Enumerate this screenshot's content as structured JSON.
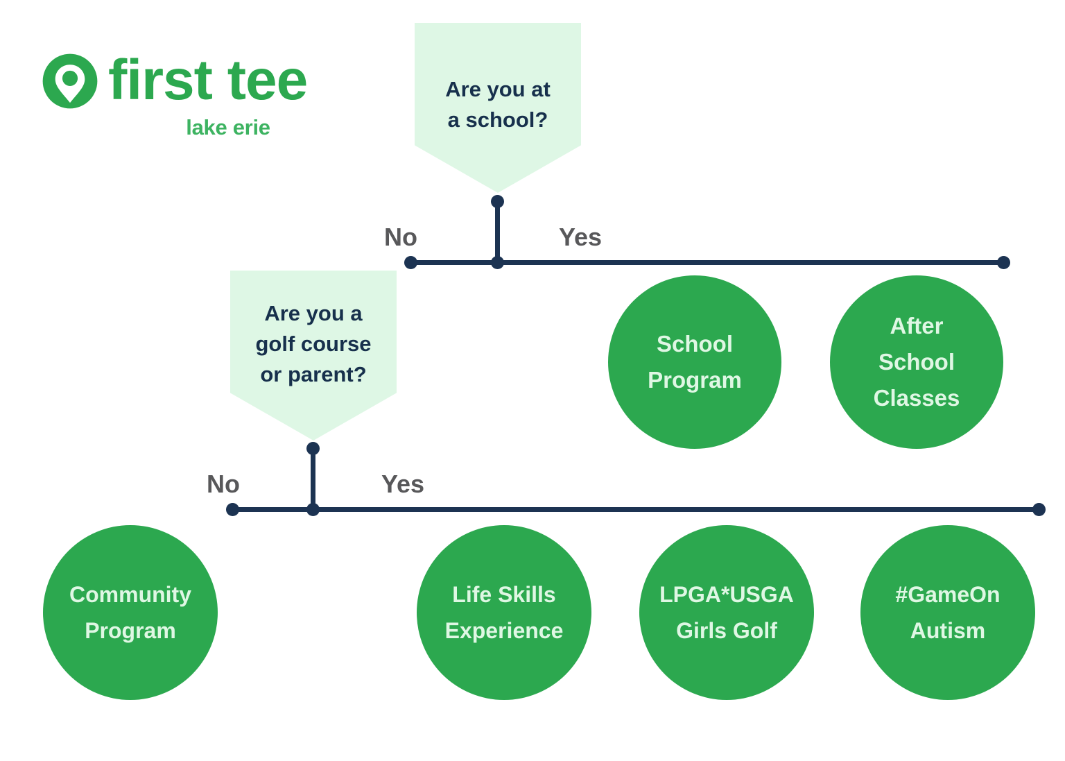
{
  "brand": {
    "logo_icon": "location-pin-circle-icon",
    "wordmark": "first tee",
    "chapter": "lake erie",
    "green": "#2CA84F",
    "mint": "#DEF7E5",
    "navy": "#1C3352",
    "gray": "#58585A"
  },
  "decisions": [
    {
      "id": "are-you-at-a-school",
      "text": "Are you at\na school?",
      "no_label": "No",
      "yes_label": "Yes"
    },
    {
      "id": "are-you-a-golf-course-or-parent",
      "text": "Are you a\ngolf course\nor parent?",
      "no_label": "No",
      "yes_label": "Yes"
    }
  ],
  "outcomes": {
    "school_yes": [
      {
        "id": "school-program",
        "text": "School\nProgram"
      },
      {
        "id": "after-school-classes",
        "text": "After\nSchool\nClasses"
      }
    ],
    "golf_no": [
      {
        "id": "community-program",
        "text": "Community\nProgram"
      }
    ],
    "golf_yes": [
      {
        "id": "life-skills-experience",
        "text": "Life Skills\nExperience"
      },
      {
        "id": "lpga-usga-girls-golf",
        "text": "LPGA*USGA\nGirls Golf"
      },
      {
        "id": "gameon-autism",
        "text": "#GameOn\nAutism"
      }
    ]
  },
  "chart_data": {
    "type": "diagram",
    "title": "First Tee Lake Erie program finder decision tree",
    "nodes": [
      {
        "id": "q1",
        "kind": "decision",
        "label": "Are you at a school?"
      },
      {
        "id": "q2",
        "kind": "decision",
        "label": "Are you a golf course or parent?"
      },
      {
        "id": "school-program",
        "kind": "outcome",
        "label": "School Program"
      },
      {
        "id": "after-school-classes",
        "kind": "outcome",
        "label": "After School Classes"
      },
      {
        "id": "community-program",
        "kind": "outcome",
        "label": "Community Program"
      },
      {
        "id": "life-skills-experience",
        "kind": "outcome",
        "label": "Life Skills Experience"
      },
      {
        "id": "lpga-usga-girls-golf",
        "kind": "outcome",
        "label": "LPGA*USGA Girls Golf"
      },
      {
        "id": "gameon-autism",
        "kind": "outcome",
        "label": "#GameOn Autism"
      }
    ],
    "edges": [
      {
        "from": "q1",
        "to": "school-program",
        "label": "Yes"
      },
      {
        "from": "q1",
        "to": "after-school-classes",
        "label": "Yes"
      },
      {
        "from": "q1",
        "to": "q2",
        "label": "No"
      },
      {
        "from": "q2",
        "to": "community-program",
        "label": "No"
      },
      {
        "from": "q2",
        "to": "life-skills-experience",
        "label": "Yes"
      },
      {
        "from": "q2",
        "to": "lpga-usga-girls-golf",
        "label": "Yes"
      },
      {
        "from": "q2",
        "to": "gameon-autism",
        "label": "Yes"
      }
    ]
  }
}
